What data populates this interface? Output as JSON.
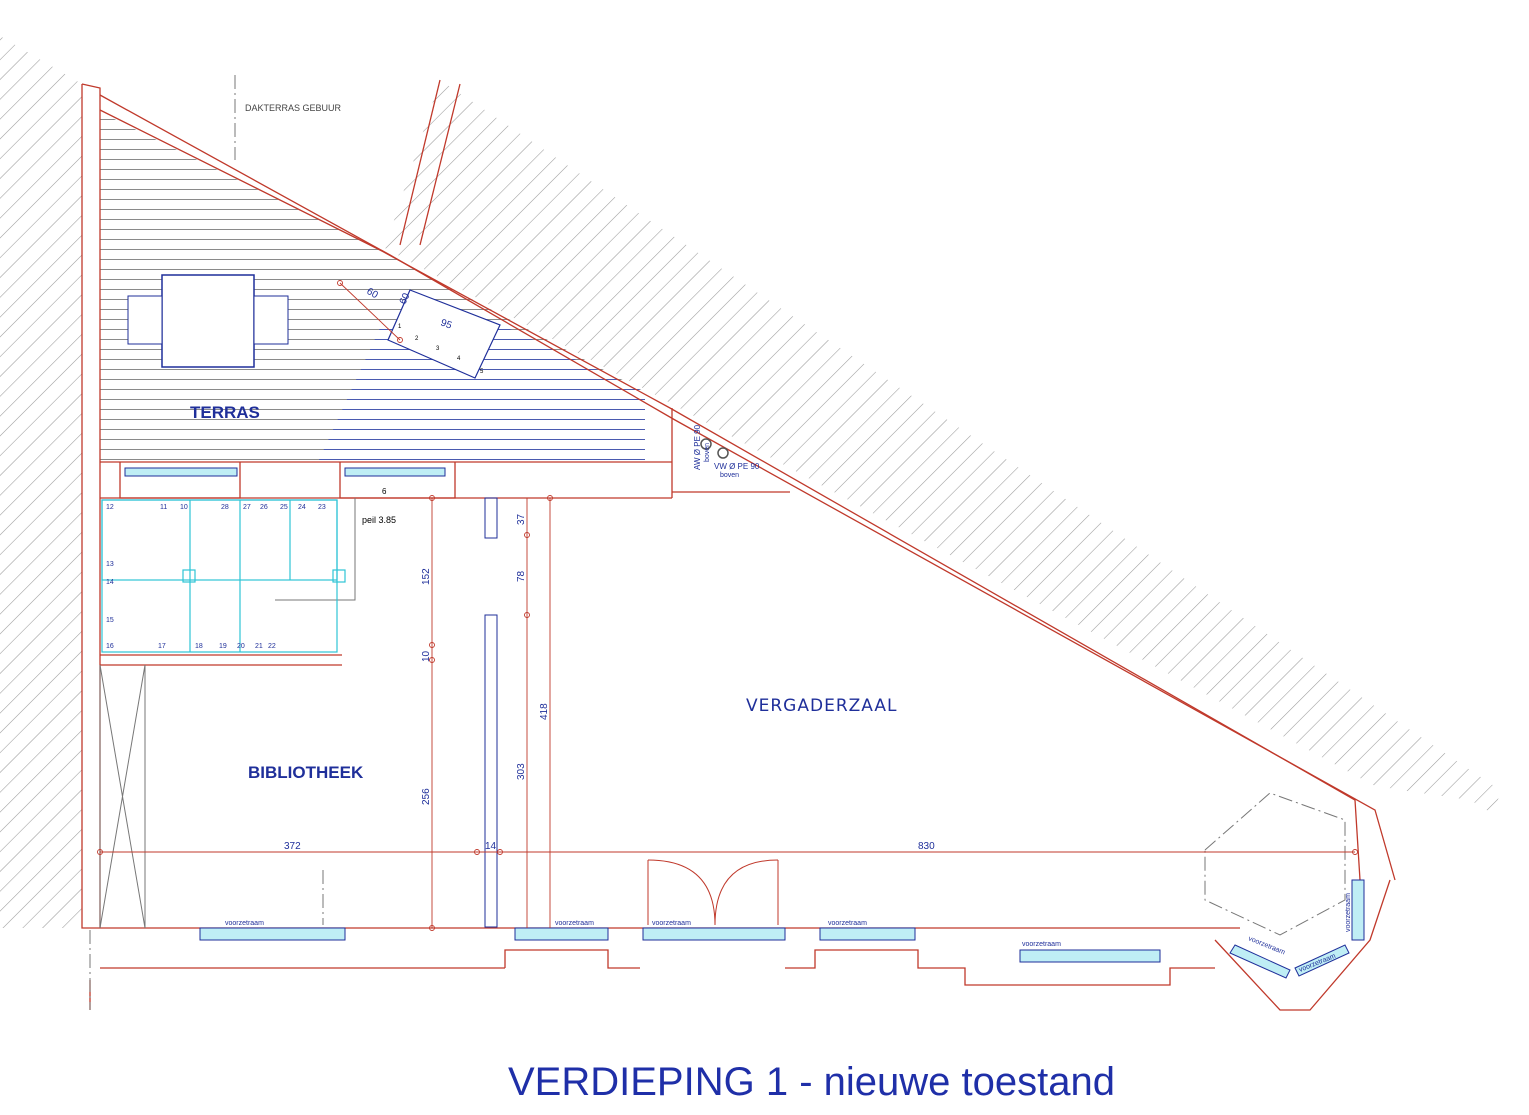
{
  "labels": {
    "neighbour_terrace": "DAKTERRAS GEBUUR",
    "terrace": "TERRAS",
    "library": "BIBLIOTHEEK",
    "meeting_room": "VERGADERZAAL",
    "level": "peil 3.85",
    "aw": "AW Ø PE 90",
    "aw_sub": "boven",
    "vw": "VW Ø PE 90",
    "vw_sub": "boven",
    "secondary_window": "voorzetraam"
  },
  "dimensions": {
    "d60a": "60",
    "d60b": "60",
    "d95": "95",
    "d6": "6",
    "d37": "37",
    "d78": "78",
    "d152": "152",
    "d10": "10",
    "d418": "418",
    "d303": "303",
    "d256": "256",
    "d372": "372",
    "d14": "14",
    "d830": "830"
  },
  "stair_steps": {
    "top": [
      "12",
      "11",
      "10",
      "28",
      "27",
      "26",
      "25",
      "24",
      "23"
    ],
    "left": [
      "13",
      "14",
      "15"
    ],
    "bottom": [
      "16",
      "17",
      "18",
      "19",
      "20",
      "21",
      "22"
    ],
    "terrace_steps": [
      "1",
      "2",
      "3",
      "4",
      "5"
    ]
  },
  "title": "VERDIEPING 1 -  nieuwe toestand",
  "colors": {
    "wall": "#c0392b",
    "blue": "#1f2f9a",
    "cyan": "#2ec4d6",
    "hatch": "#9a9a9a"
  }
}
